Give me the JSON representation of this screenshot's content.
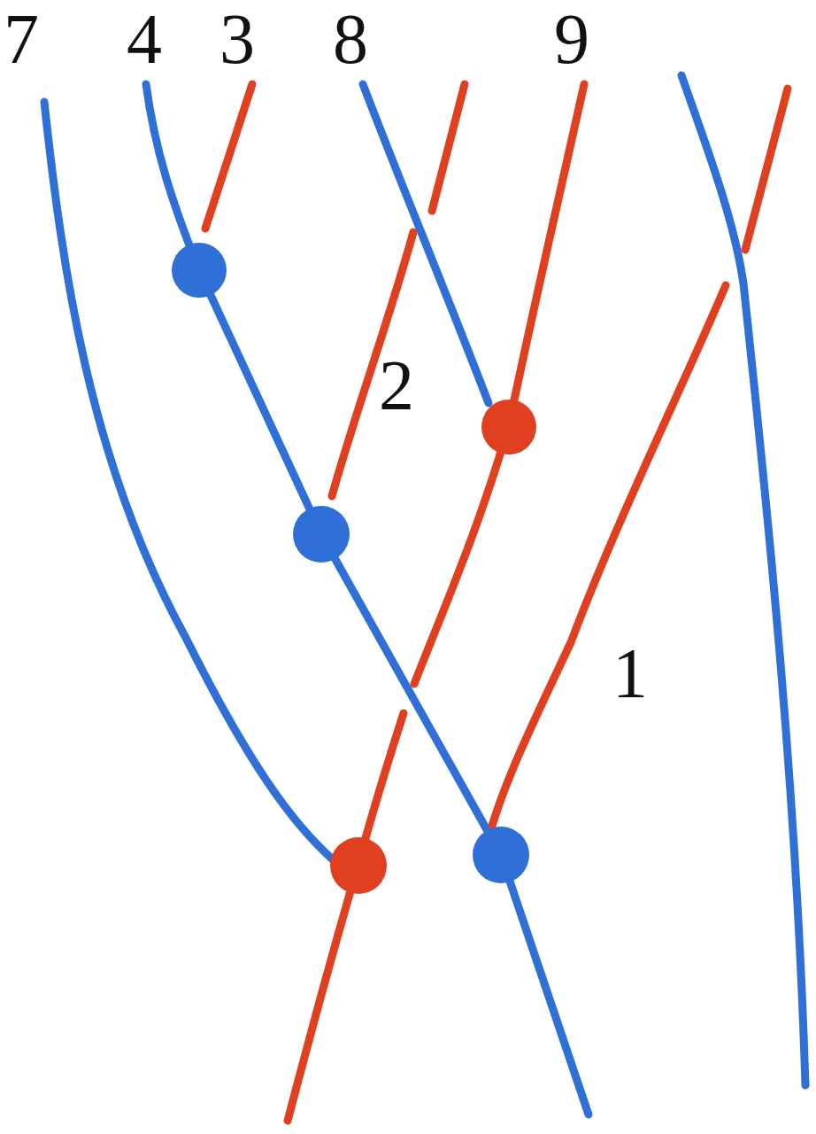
{
  "diagram": {
    "labels": [
      "7",
      "4",
      "3",
      "8",
      "9",
      "2",
      "1"
    ]
  }
}
